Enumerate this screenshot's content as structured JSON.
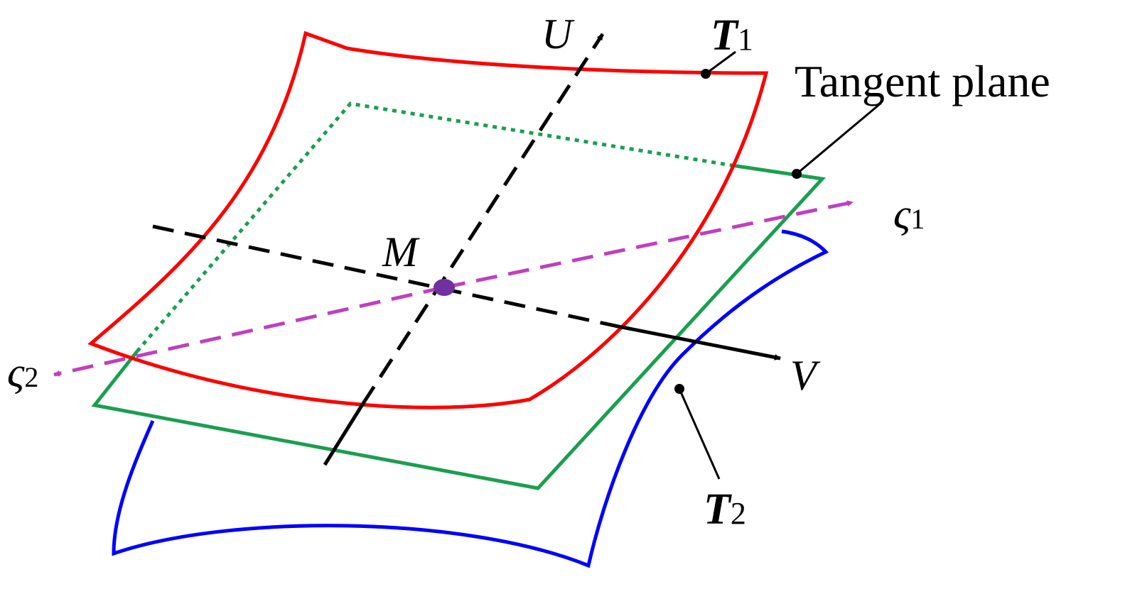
{
  "labels": {
    "U": "U",
    "V": "V",
    "M": "M",
    "T1_main": "T",
    "T1_sub": "1",
    "T2_main": "T",
    "T2_sub": "2",
    "tangent_plane": "Tangent plane",
    "sigma1_main": "ς",
    "sigma1_sub": "1",
    "sigma2_main": "ς",
    "sigma2_sub": "2"
  },
  "colors": {
    "surface_T1": "#ff0000",
    "surface_T2": "#0000ff",
    "tangent_plane": "#1a9f4f",
    "sigma_axes": "#c03fc0",
    "point_M": "#7030a0",
    "axes": "#000000"
  }
}
